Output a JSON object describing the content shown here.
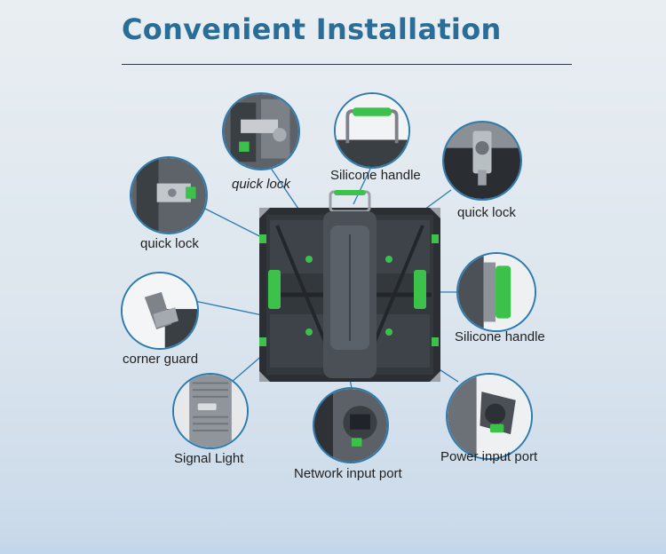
{
  "title": "Convenient Installation",
  "callouts": [
    {
      "id": "quick-lock-top",
      "label": "quick lock"
    },
    {
      "id": "silicone-handle-top",
      "label": "Silicone handle"
    },
    {
      "id": "quick-lock-right",
      "label": "quick lock"
    },
    {
      "id": "quick-lock-left",
      "label": "quick lock"
    },
    {
      "id": "silicone-handle-right",
      "label": "Silicone handle"
    },
    {
      "id": "corner-guard",
      "label": "corner guard"
    },
    {
      "id": "signal-light",
      "label": "Signal Light"
    },
    {
      "id": "network-input-port",
      "label": "Network input port"
    },
    {
      "id": "power-input-port",
      "label": "Power input port"
    }
  ],
  "colors": {
    "title": "#2a6d97",
    "circle_border": "#2b7bb0",
    "accent_green": "#3cc24a",
    "panel_dark": "#2b2f33"
  }
}
